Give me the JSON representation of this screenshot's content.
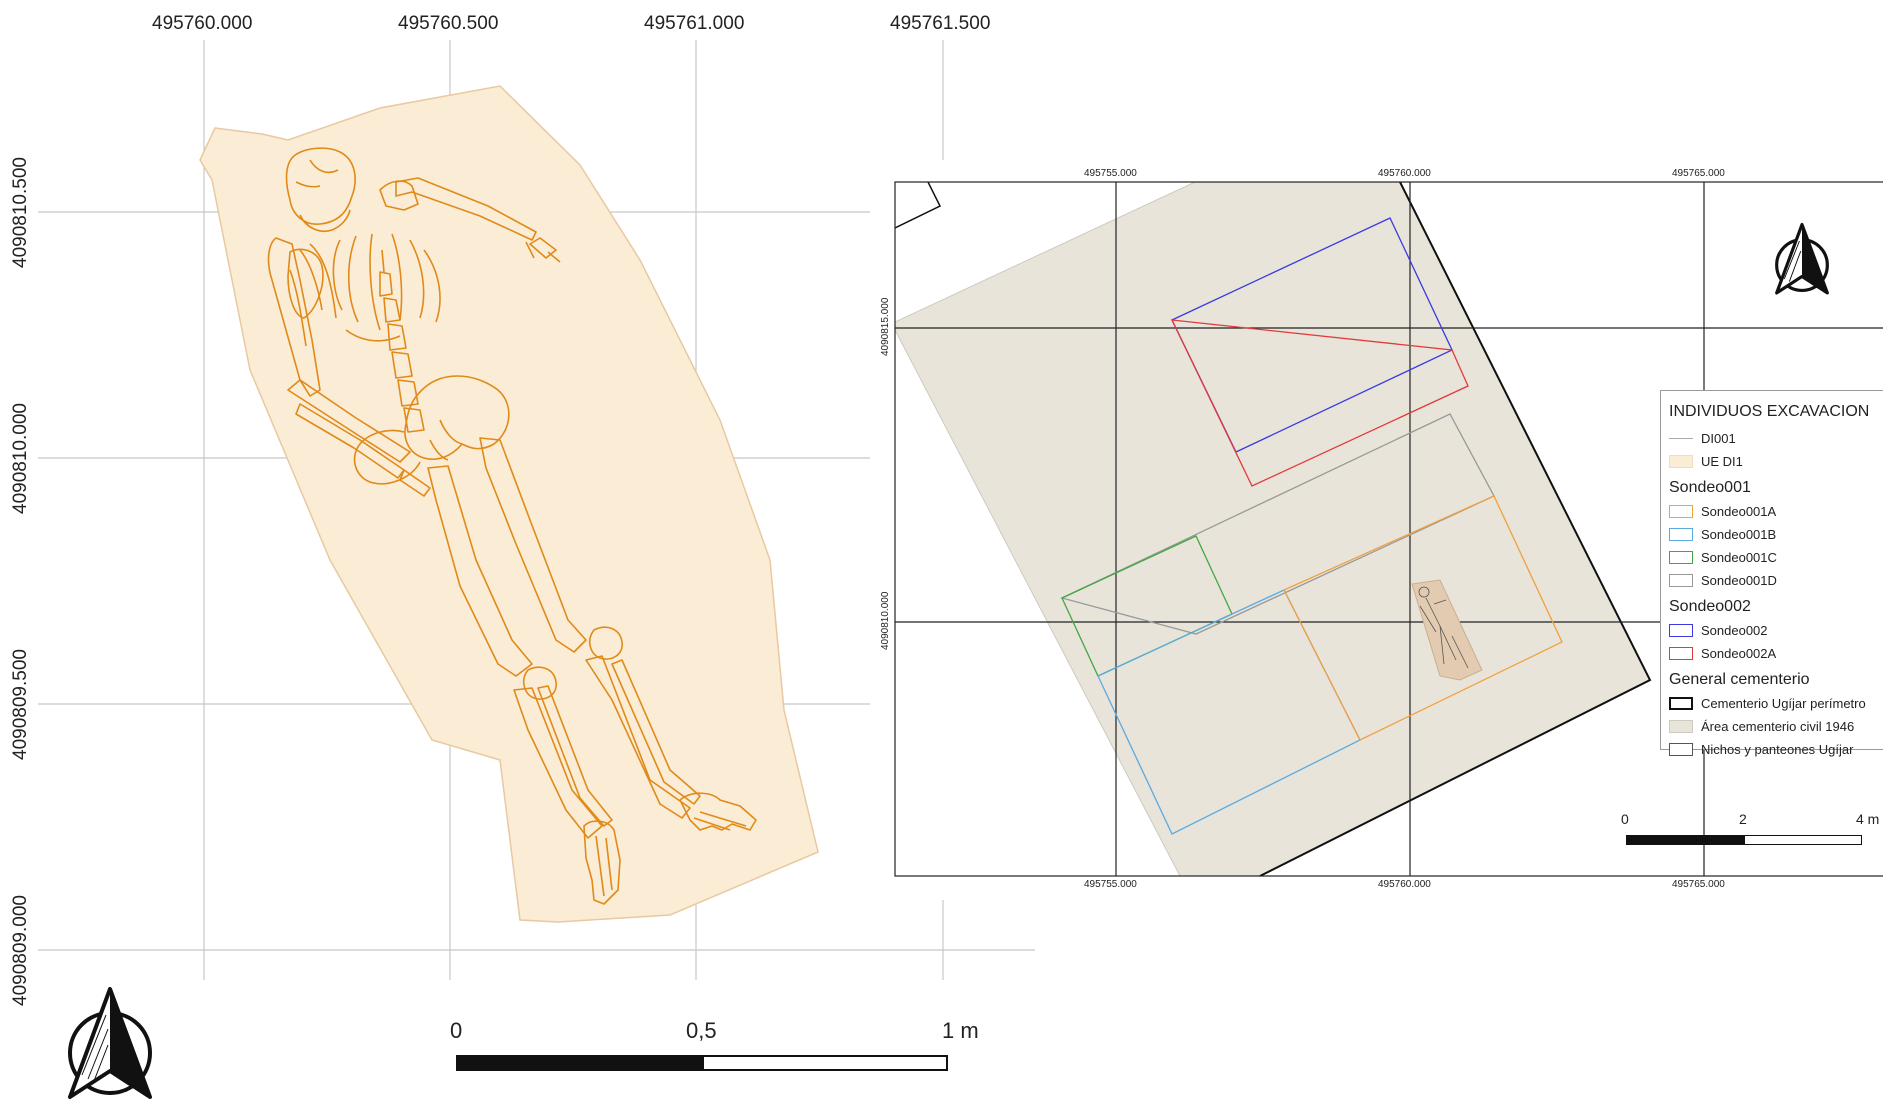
{
  "left_map": {
    "x_labels": [
      "495760.000",
      "495760.500",
      "495761.000",
      "495761.500"
    ],
    "y_labels": [
      "4090810.500",
      "4090810.000",
      "4090809.500",
      "4090809.000"
    ],
    "scale_labels": [
      "0",
      "0,5",
      "1 m"
    ],
    "north_arrow_icon": "north-arrow-icon",
    "outline_color": "#e07f10",
    "fill_color": "#fbecd6"
  },
  "right_map": {
    "x_labels_top": [
      "495755.000",
      "495760.000",
      "495765.000"
    ],
    "x_labels_bottom": [
      "495755.000",
      "495760.000",
      "495765.000"
    ],
    "y_labels": [
      "4090815.000",
      "4090810.000"
    ],
    "scale_labels": [
      "0",
      "2",
      "4 m"
    ],
    "north_arrow_icon": "north-arrow-icon",
    "legend": {
      "title": "INDIVIDUOS EXCAVACION",
      "items_top": [
        {
          "label": "DI001",
          "type": "line",
          "color": "#aaaaaa"
        },
        {
          "label": "UE DI1",
          "type": "fill",
          "color": "#fbecd6",
          "stroke": "#f3dcbc"
        }
      ],
      "group1": "Sondeo001",
      "group1_items": [
        {
          "label": "Sondeo001A",
          "color": "#f0a040"
        },
        {
          "label": "Sondeo001B",
          "color": "#5aaae0"
        },
        {
          "label": "Sondeo001C",
          "color": "#40a840"
        },
        {
          "label": "Sondeo001D",
          "color": "#999999"
        }
      ],
      "group2": "Sondeo002",
      "group2_items": [
        {
          "label": "Sondeo002",
          "color": "#3a3ae0"
        },
        {
          "label": "Sondeo002A",
          "color": "#e03a3a"
        }
      ],
      "group3": "General cementerio",
      "group3_items": [
        {
          "label": "Cementerio Ugíjar perímetro",
          "color": "#111111",
          "fill": "#ffffff"
        },
        {
          "label": "Área cementerio civil 1946",
          "color": "#cfcac0",
          "fill": "#e8e4da"
        },
        {
          "label": "Nichos y panteones Ugíjar",
          "color": "#555555",
          "fill": "#ffffff"
        }
      ]
    }
  }
}
